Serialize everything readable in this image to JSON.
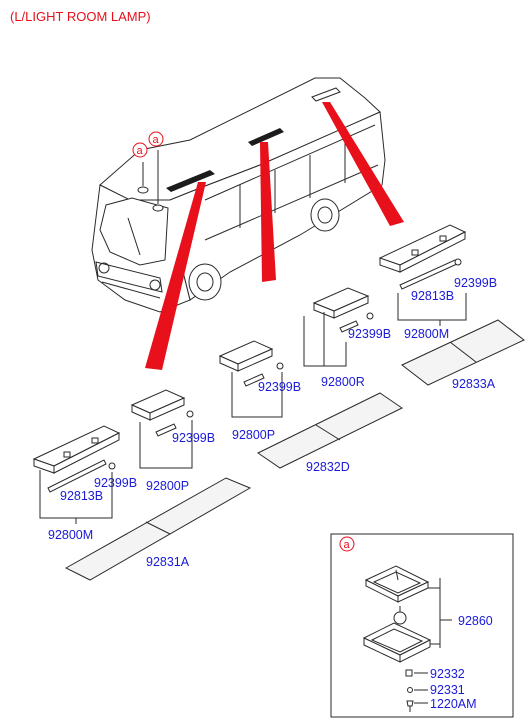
{
  "title": "(L/LIGHT ROOM LAMP)",
  "ref_marker": "a",
  "colors": {
    "leader_red": "#e8101a",
    "part_number_blue": "#1a1ad8",
    "line": "#2a2a2a"
  },
  "part_numbers": {
    "p92399B_right": "92399B",
    "p92813B_right": "92813B",
    "p92800M_right": "92800M",
    "p92833A": "92833A",
    "p92399B_mid": "92399B",
    "p92800R": "92800R",
    "p92399B_p": "92399B",
    "p92800P_mid": "92800P",
    "p92832D": "92832D",
    "p92399B_left": "92399B",
    "p92800P_left": "92800P",
    "p92399B_far": "92399B",
    "p92813B_left": "92813B",
    "p92800M_left": "92800M",
    "p92831A": "92831A",
    "p92860": "92860",
    "p92332": "92332",
    "p92331": "92331",
    "p1220AM": "1220AM"
  }
}
